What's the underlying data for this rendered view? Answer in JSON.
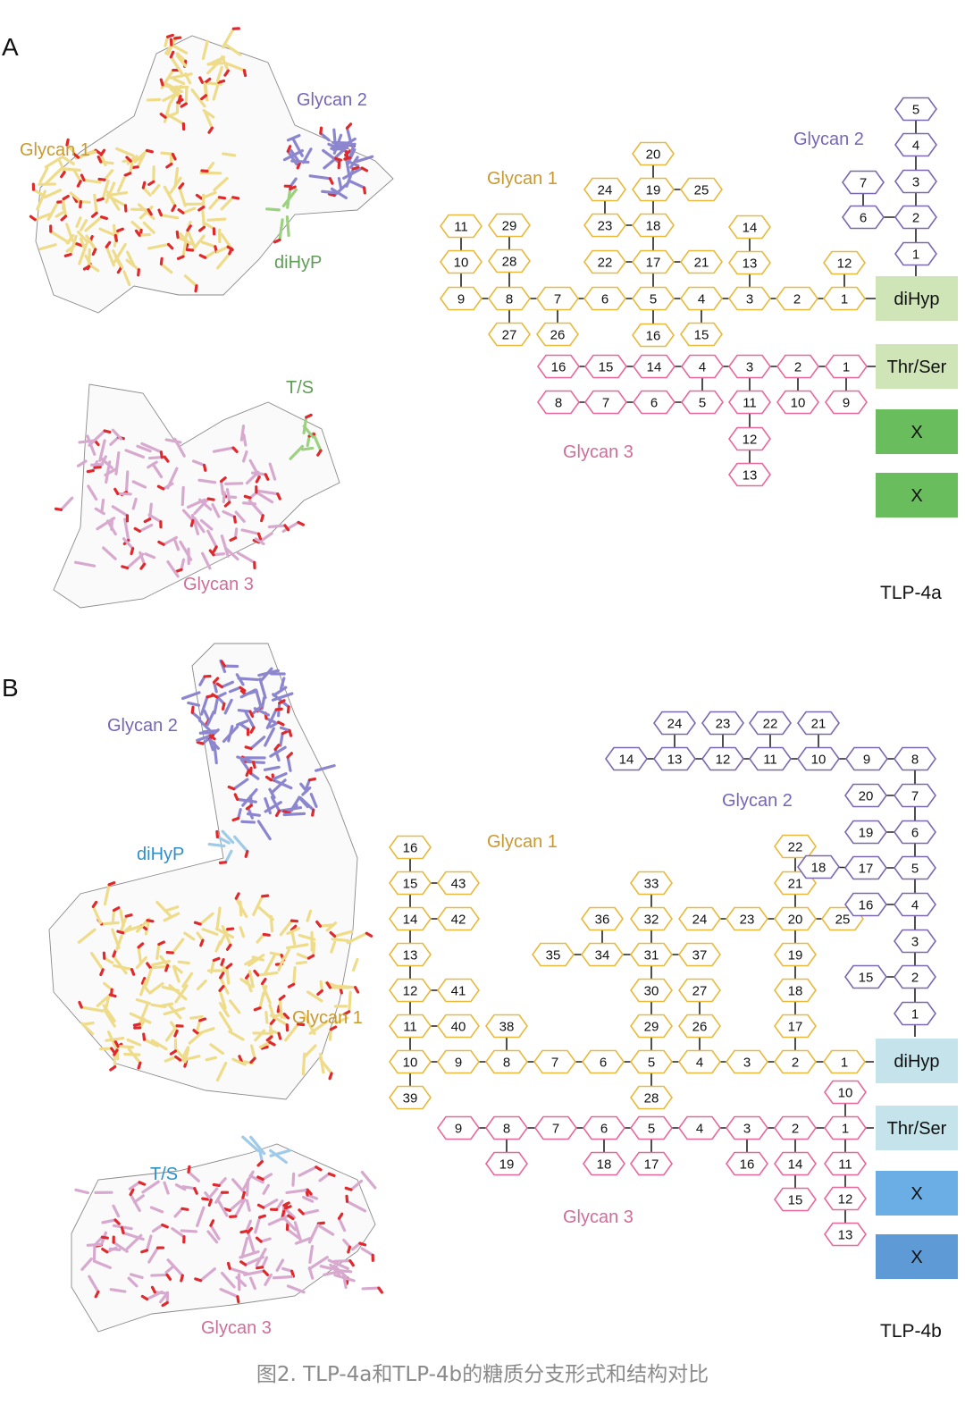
{
  "panel_a": {
    "letter": "A",
    "model_labels": {
      "glycan1": "Glycan 1",
      "glycan2": "Glycan 2",
      "dihyp": "diHyP",
      "ts": "T/S",
      "glycan3": "Glycan 3"
    },
    "diagram_labels": {
      "glycan1": "Glycan 1",
      "glycan2": "Glycan 2",
      "glycan3": "Glycan 3"
    },
    "residues": [
      "diHyp",
      "Thr/Ser",
      "X",
      "X"
    ],
    "name": "TLP-4a"
  },
  "panel_b": {
    "letter": "B",
    "model_labels": {
      "glycan2": "Glycan 2",
      "dihyp": "diHyP",
      "glycan1": "Glycan 1",
      "ts": "T/S",
      "glycan3": "Glycan 3"
    },
    "diagram_labels": {
      "glycan1": "Glycan 1",
      "glycan2": "Glycan 2",
      "glycan3": "Glycan 3"
    },
    "residues": [
      "diHyp",
      "Thr/Ser",
      "X",
      "X"
    ],
    "name": "TLP-4b"
  },
  "caption": "图2. TLP-4a和TLP-4b的糖质分支形式和结构对比",
  "colors": {
    "glycan1": "#e8b93a",
    "glycan2": "#7b68b0",
    "glycan3": "#e8679c",
    "label1": "#c9992e",
    "label2": "#7766b5",
    "label3": "#cf6d9b",
    "dihyp_label_a": "#5f9d55",
    "dihyp_label_b": "#2f8fc9",
    "res_a": [
      "#cfe5b8",
      "#cfe5b8",
      "#6abd5c",
      "#6abd5c"
    ],
    "res_b": [
      "#c4e3ea",
      "#c4e3ea",
      "#6aaee5",
      "#5d9ad6"
    ]
  },
  "trees": {
    "a1": {
      "labels": [
        "1",
        "2",
        "3",
        "4",
        "5",
        "6",
        "7",
        "8",
        "9",
        "10",
        "11",
        "12",
        "13",
        "14",
        "15",
        "16",
        "17",
        "18",
        "19",
        "20",
        "21",
        "22",
        "23",
        "24",
        "25",
        "26",
        "27",
        "28",
        "29"
      ]
    },
    "a2": {
      "labels": [
        "1",
        "2",
        "3",
        "4",
        "5",
        "6",
        "7"
      ]
    },
    "a3": {
      "labels": [
        "1",
        "2",
        "3",
        "4",
        "5",
        "6",
        "7",
        "8",
        "9",
        "10",
        "11",
        "12",
        "13",
        "14",
        "15",
        "16"
      ]
    },
    "b1": {
      "labels": [
        "1",
        "2",
        "3",
        "4",
        "5",
        "6",
        "7",
        "8",
        "9",
        "10",
        "11",
        "12",
        "13",
        "14",
        "15",
        "16",
        "17",
        "18",
        "19",
        "20",
        "21",
        "22",
        "23",
        "24",
        "25",
        "26",
        "27",
        "28",
        "29",
        "30",
        "31",
        "32",
        "33",
        "34",
        "35",
        "36",
        "37",
        "38",
        "39",
        "40",
        "41",
        "42",
        "43"
      ]
    },
    "b2": {
      "labels": [
        "1",
        "2",
        "3",
        "4",
        "5",
        "6",
        "7",
        "8",
        "9",
        "10",
        "11",
        "12",
        "13",
        "14",
        "15",
        "16",
        "17",
        "18",
        "19",
        "20",
        "21",
        "22",
        "23",
        "24"
      ]
    },
    "b3": {
      "labels": [
        "1",
        "2",
        "3",
        "4",
        "5",
        "6",
        "7",
        "8",
        "9",
        "10",
        "11",
        "12",
        "13",
        "14",
        "15",
        "16",
        "17",
        "18",
        "19"
      ]
    }
  }
}
